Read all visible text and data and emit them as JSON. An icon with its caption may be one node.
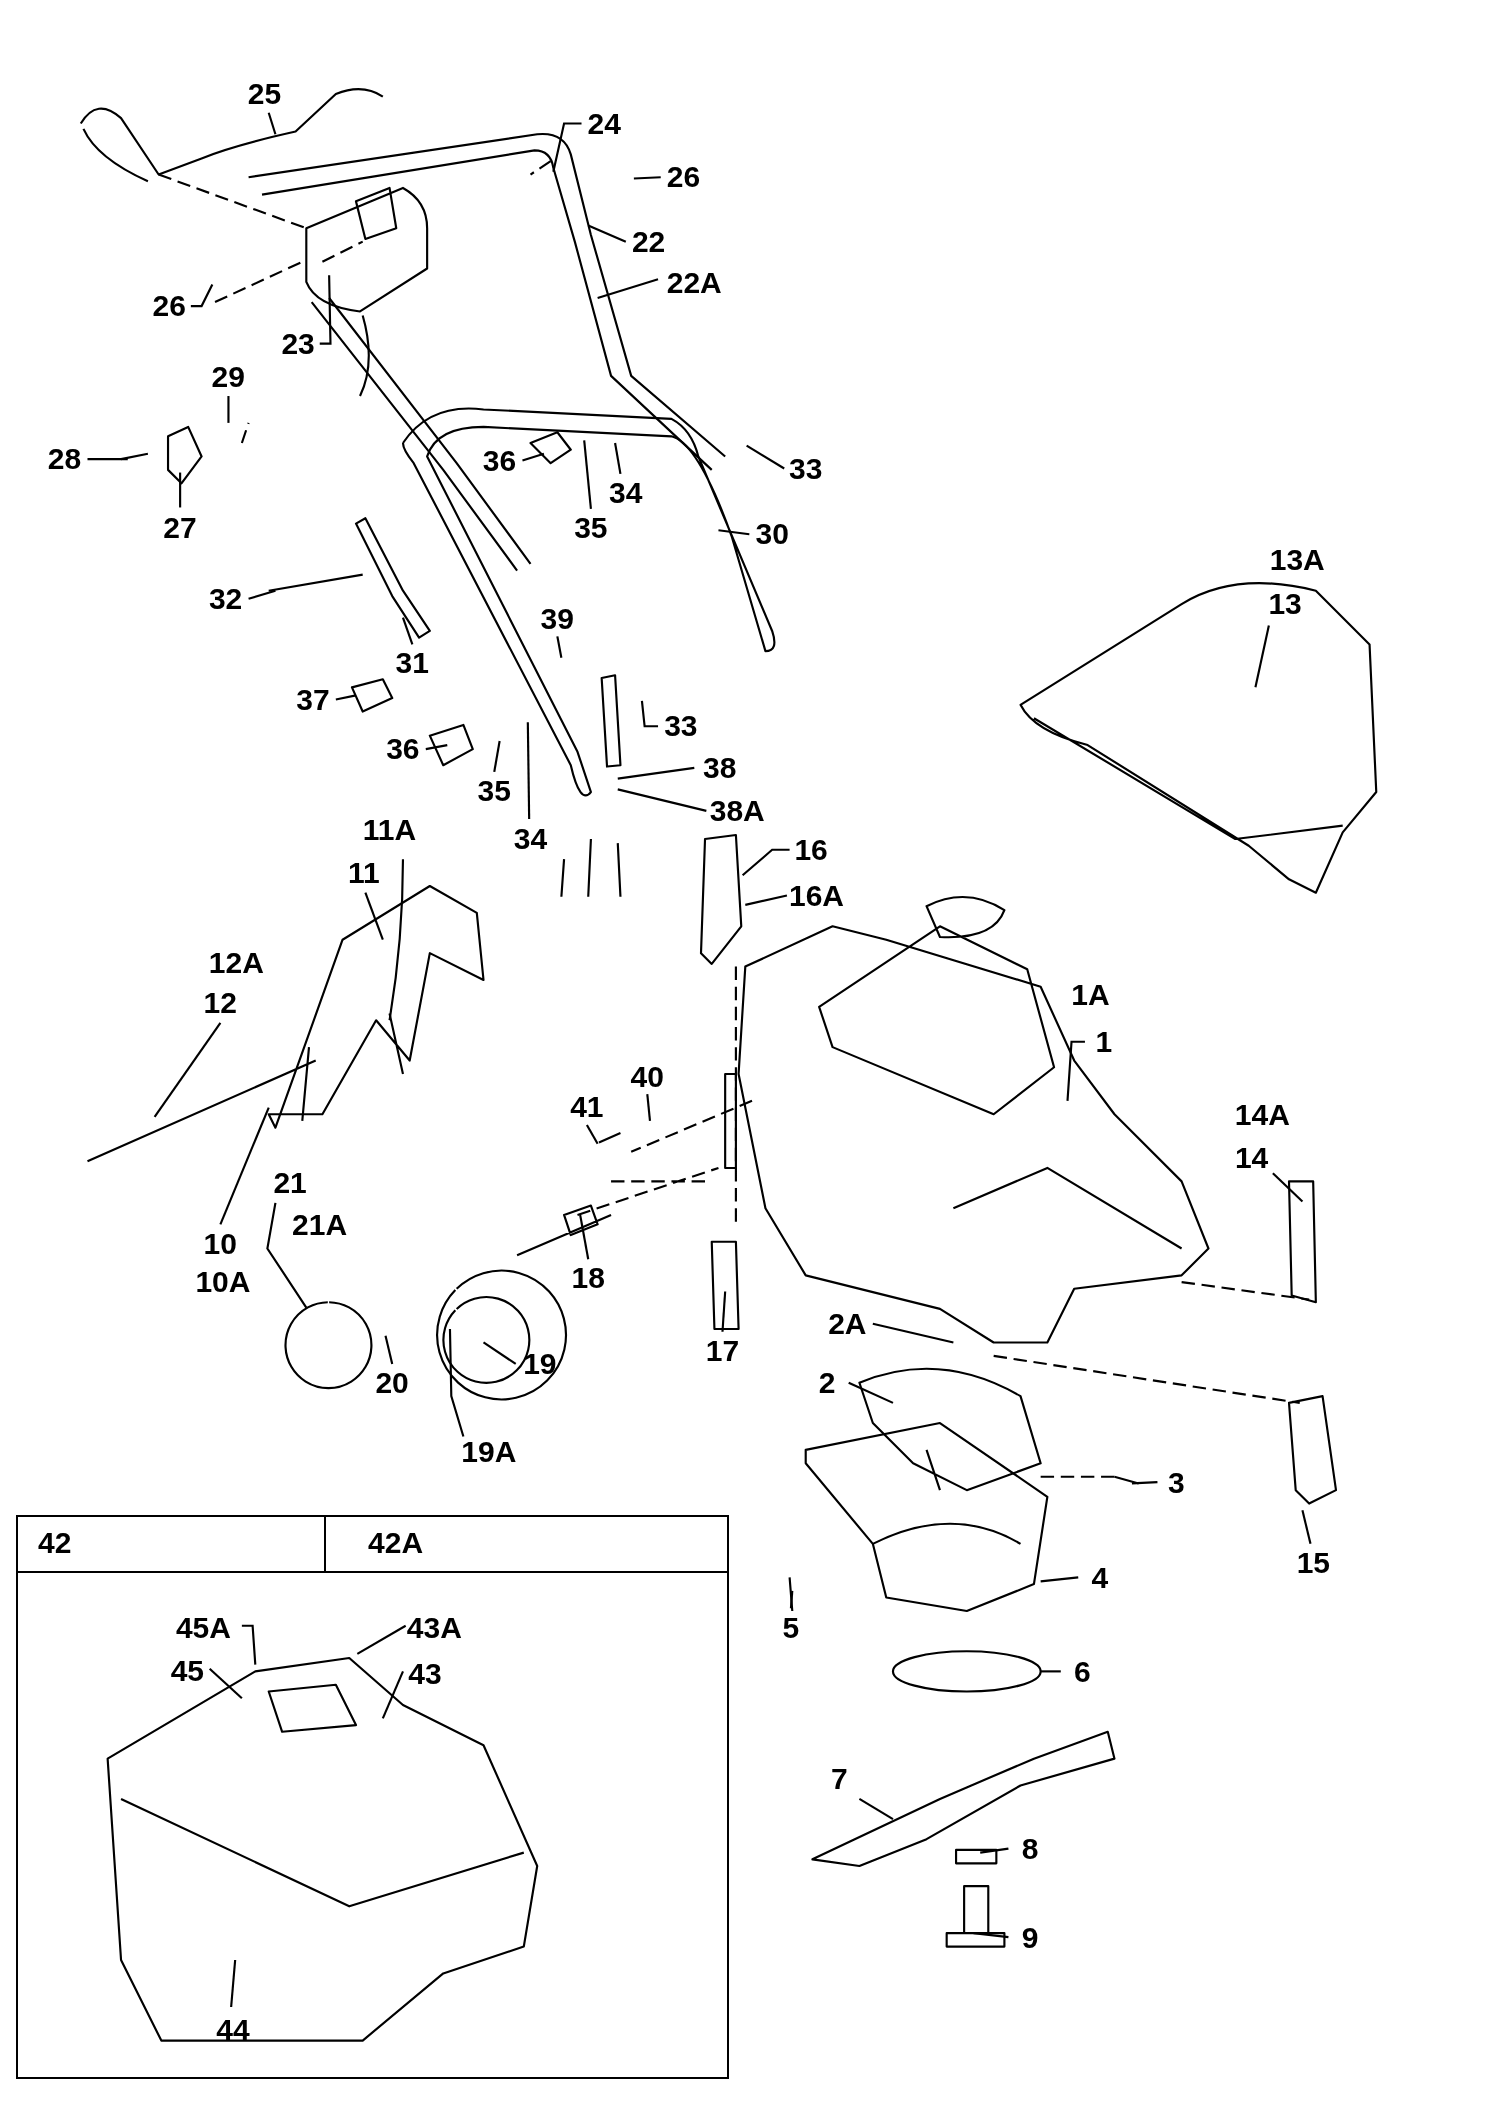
{
  "diagram": {
    "nodes": [
      {
        "text": [
          "25"
        ]
      },
      {
        "text": [
          "24"
        ]
      },
      {
        "text": [
          "26"
        ]
      },
      {
        "text": [
          "22"
        ]
      },
      {
        "text": [
          "22A"
        ]
      },
      {
        "text": [
          "26"
        ]
      },
      {
        "text": [
          "23"
        ]
      },
      {
        "text": [
          "29"
        ]
      },
      {
        "text": [
          "28"
        ]
      },
      {
        "text": [
          "36"
        ]
      },
      {
        "text": [
          "34"
        ]
      },
      {
        "text": [
          "33"
        ]
      },
      {
        "text": [
          "27"
        ]
      },
      {
        "text": [
          "35"
        ]
      },
      {
        "text": [
          "30"
        ]
      },
      {
        "text": [
          "13A"
        ]
      },
      {
        "text": [
          "32"
        ]
      },
      {
        "text": [
          "13"
        ]
      },
      {
        "text": [
          "39"
        ]
      },
      {
        "text": [
          "31"
        ]
      },
      {
        "text": [
          "37"
        ]
      },
      {
        "text": [
          "33"
        ]
      },
      {
        "text": [
          "36"
        ]
      },
      {
        "text": [
          "38"
        ]
      },
      {
        "text": [
          "35"
        ]
      },
      {
        "text": [
          "38A"
        ]
      },
      {
        "text": [
          "34"
        ]
      },
      {
        "text": [
          "11A"
        ]
      },
      {
        "text": [
          "16"
        ]
      },
      {
        "text": [
          "11"
        ]
      },
      {
        "text": [
          "16A"
        ]
      },
      {
        "text": [
          "12A"
        ]
      },
      {
        "text": [
          "1A"
        ]
      },
      {
        "text": [
          "12"
        ]
      },
      {
        "text": [
          "1"
        ]
      },
      {
        "text": [
          "40"
        ]
      },
      {
        "text": [
          "41"
        ]
      },
      {
        "text": [
          "14A"
        ]
      },
      {
        "text": [
          "14"
        ]
      },
      {
        "text": [
          "21"
        ]
      },
      {
        "text": [
          "10"
        ]
      },
      {
        "text": [
          "21A"
        ]
      },
      {
        "text": [
          "18"
        ]
      },
      {
        "text": [
          "10A"
        ]
      },
      {
        "text": [
          "2A"
        ]
      },
      {
        "text": [
          "17"
        ]
      },
      {
        "text": [
          "19"
        ]
      },
      {
        "text": [
          "20"
        ]
      },
      {
        "text": [
          "2"
        ]
      },
      {
        "text": [
          "19A"
        ]
      },
      {
        "text": [
          "3"
        ]
      },
      {
        "text": [
          "42",
          "42A"
        ]
      },
      {
        "text": [
          "45A"
        ],
        "in": 51
      },
      {
        "text": [
          "43A"
        ],
        "in": 51
      },
      {
        "text": [
          "45"
        ],
        "in": 51
      },
      {
        "text": [
          "43"
        ],
        "in": 51
      },
      {
        "text": [
          "15"
        ]
      },
      {
        "text": [
          "4"
        ]
      },
      {
        "text": [
          "5"
        ]
      },
      {
        "text": [
          "6"
        ]
      },
      {
        "text": [
          "7"
        ]
      },
      {
        "text": [
          "8"
        ]
      },
      {
        "text": [
          "9"
        ]
      },
      {
        "text": [
          "44"
        ],
        "in": 51
      }
    ],
    "edges": [
      {
        "from": 0,
        "to": null,
        "arrow": "none"
      },
      {
        "from": 1,
        "to": null,
        "arrow": "none"
      },
      {
        "from": 2,
        "to": null,
        "arrow": "none"
      },
      {
        "from": 3,
        "to": null,
        "arrow": "none"
      },
      {
        "from": 4,
        "to": null,
        "arrow": "none"
      },
      {
        "from": 5,
        "to": null,
        "arrow": "none"
      },
      {
        "from": 6,
        "to": null,
        "arrow": "none"
      },
      {
        "from": 7,
        "to": null,
        "arrow": "none"
      },
      {
        "from": 8,
        "to": null,
        "arrow": "none"
      },
      {
        "from": 9,
        "to": null,
        "arrow": "none"
      },
      {
        "from": 10,
        "to": null,
        "arrow": "none"
      },
      {
        "from": 11,
        "to": null,
        "arrow": "none"
      },
      {
        "from": 12,
        "to": null,
        "arrow": "none"
      },
      {
        "from": 13,
        "to": null,
        "arrow": "none"
      },
      {
        "from": 14,
        "to": null,
        "arrow": "none"
      },
      {
        "from": 16,
        "to": null,
        "arrow": "none"
      },
      {
        "from": 17,
        "to": null,
        "arrow": "none"
      },
      {
        "from": 18,
        "to": null,
        "arrow": "none"
      },
      {
        "from": 19,
        "to": null,
        "arrow": "none"
      },
      {
        "from": 20,
        "to": null,
        "arrow": "none"
      },
      {
        "from": 21,
        "to": null,
        "arrow": "none"
      },
      {
        "from": 22,
        "to": null,
        "arrow": "none"
      },
      {
        "from": 23,
        "to": null,
        "arrow": "none"
      },
      {
        "from": 24,
        "to": null,
        "arrow": "none"
      },
      {
        "from": 25,
        "to": null,
        "arrow": "none"
      },
      {
        "from": 26,
        "to": null,
        "arrow": "none"
      },
      {
        "from": 28,
        "to": null,
        "arrow": "none"
      },
      {
        "from": 29,
        "to": null,
        "arrow": "none"
      },
      {
        "from": 30,
        "to": null,
        "arrow": "none"
      },
      {
        "from": 33,
        "to": null,
        "arrow": "none"
      },
      {
        "from": 34,
        "to": null,
        "arrow": "none"
      },
      {
        "from": 35,
        "to": null,
        "arrow": "none"
      },
      {
        "from": 36,
        "to": null,
        "arrow": "none"
      },
      {
        "from": 38,
        "to": null,
        "arrow": "none"
      },
      {
        "from": 39,
        "to": null,
        "arrow": "none"
      },
      {
        "from": 40,
        "to": null,
        "arrow": "none"
      },
      {
        "from": 42,
        "to": null,
        "arrow": "none"
      },
      {
        "from": 44,
        "to": null,
        "arrow": "none"
      },
      {
        "from": 45,
        "to": null,
        "arrow": "none"
      },
      {
        "from": 46,
        "to": null,
        "arrow": "none"
      },
      {
        "from": 47,
        "to": null,
        "arrow": "none"
      },
      {
        "from": 48,
        "to": null,
        "arrow": "none"
      },
      {
        "from": 49,
        "to": null,
        "arrow": "none"
      },
      {
        "from": 50,
        "to": null,
        "arrow": "none"
      },
      {
        "from": 52,
        "to": null,
        "arrow": "none"
      },
      {
        "from": 53,
        "to": null,
        "arrow": "none"
      },
      {
        "from": 54,
        "to": null,
        "arrow": "none"
      },
      {
        "from": 55,
        "to": null,
        "arrow": "none"
      },
      {
        "from": 56,
        "to": null,
        "arrow": "none"
      },
      {
        "from": 57,
        "to": null,
        "arrow": "none"
      },
      {
        "from": 58,
        "to": null,
        "arrow": "none"
      },
      {
        "from": 59,
        "to": null,
        "arrow": "none"
      },
      {
        "from": 60,
        "to": null,
        "arrow": "none"
      },
      {
        "from": 61,
        "to": null,
        "arrow": "none"
      },
      {
        "from": 62,
        "to": null,
        "arrow": "none"
      },
      {
        "from": 63,
        "to": null,
        "arrow": "none"
      }
    ]
  }
}
